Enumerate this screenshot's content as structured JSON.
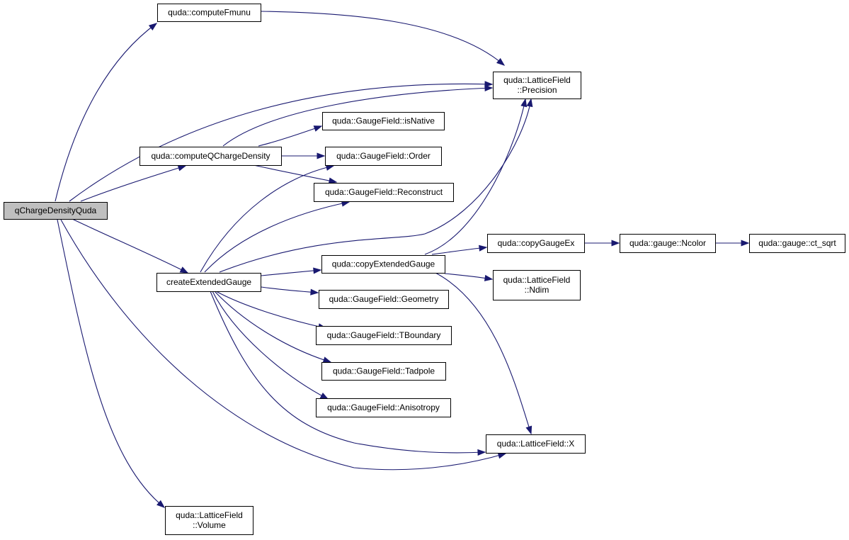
{
  "colors": {
    "edge": "#191970",
    "root_fill": "#bfbfbf",
    "node_fill": "#ffffff",
    "border": "#000000"
  },
  "nodes": [
    {
      "id": "root",
      "lines": [
        "qChargeDensityQuda"
      ],
      "root": true
    },
    {
      "id": "computeFmunu",
      "lines": [
        "quda::computeFmunu"
      ]
    },
    {
      "id": "precision",
      "lines": [
        "quda::LatticeField",
        "::Precision"
      ]
    },
    {
      "id": "isNative",
      "lines": [
        "quda::GaugeField::isNative"
      ]
    },
    {
      "id": "computeQChargeDensity",
      "lines": [
        "quda::computeQChargeDensity"
      ]
    },
    {
      "id": "order",
      "lines": [
        "quda::GaugeField::Order"
      ]
    },
    {
      "id": "reconstruct",
      "lines": [
        "quda::GaugeField::Reconstruct"
      ]
    },
    {
      "id": "copyGaugeEx",
      "lines": [
        "quda::copyGaugeEx"
      ]
    },
    {
      "id": "ncolor",
      "lines": [
        "quda::gauge::Ncolor"
      ]
    },
    {
      "id": "ctsqrt",
      "lines": [
        "quda::gauge::ct_sqrt"
      ]
    },
    {
      "id": "copyExtendedGauge",
      "lines": [
        "quda::copyExtendedGauge"
      ]
    },
    {
      "id": "createExtendedGauge",
      "lines": [
        "createExtendedGauge"
      ]
    },
    {
      "id": "ndim",
      "lines": [
        "quda::LatticeField",
        "::Ndim"
      ]
    },
    {
      "id": "geometry",
      "lines": [
        "quda::GaugeField::Geometry"
      ]
    },
    {
      "id": "tboundary",
      "lines": [
        "quda::GaugeField::TBoundary"
      ]
    },
    {
      "id": "tadpole",
      "lines": [
        "quda::GaugeField::Tadpole"
      ]
    },
    {
      "id": "anisotropy",
      "lines": [
        "quda::GaugeField::Anisotropy"
      ]
    },
    {
      "id": "x",
      "lines": [
        "quda::LatticeField::X"
      ]
    },
    {
      "id": "volume",
      "lines": [
        "quda::LatticeField",
        "::Volume"
      ]
    }
  ],
  "edges": [
    {
      "from": "root",
      "to": "computeFmunu"
    },
    {
      "from": "computeFmunu",
      "to": "precision"
    },
    {
      "from": "root",
      "to": "precision"
    },
    {
      "from": "root",
      "to": "computeQChargeDensity"
    },
    {
      "from": "computeQChargeDensity",
      "to": "precision"
    },
    {
      "from": "computeQChargeDensity",
      "to": "isNative"
    },
    {
      "from": "computeQChargeDensity",
      "to": "order"
    },
    {
      "from": "computeQChargeDensity",
      "to": "reconstruct"
    },
    {
      "from": "root",
      "to": "createExtendedGauge"
    },
    {
      "from": "createExtendedGauge",
      "to": "order"
    },
    {
      "from": "createExtendedGauge",
      "to": "reconstruct"
    },
    {
      "from": "createExtendedGauge",
      "to": "precision"
    },
    {
      "from": "createExtendedGauge",
      "to": "copyExtendedGauge"
    },
    {
      "from": "copyExtendedGauge",
      "to": "precision"
    },
    {
      "from": "copyExtendedGauge",
      "to": "copyGaugeEx"
    },
    {
      "from": "copyGaugeEx",
      "to": "ncolor"
    },
    {
      "from": "ncolor",
      "to": "ctsqrt"
    },
    {
      "from": "copyExtendedGauge",
      "to": "ndim"
    },
    {
      "from": "copyExtendedGauge",
      "to": "x"
    },
    {
      "from": "createExtendedGauge",
      "to": "geometry"
    },
    {
      "from": "createExtendedGauge",
      "to": "tboundary"
    },
    {
      "from": "createExtendedGauge",
      "to": "tadpole"
    },
    {
      "from": "createExtendedGauge",
      "to": "anisotropy"
    },
    {
      "from": "createExtendedGauge",
      "to": "x"
    },
    {
      "from": "root",
      "to": "x"
    },
    {
      "from": "root",
      "to": "volume"
    }
  ]
}
